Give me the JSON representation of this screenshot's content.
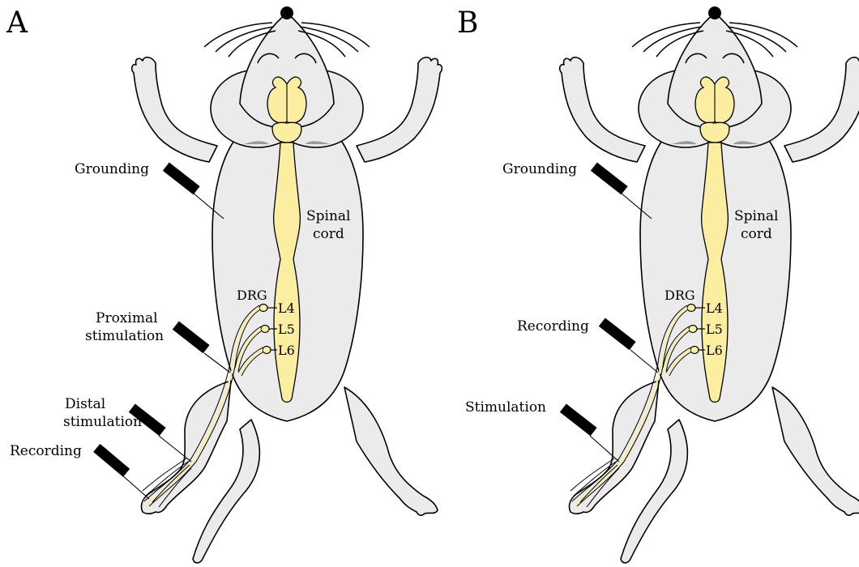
{
  "colors": {
    "body": "#ebebeb",
    "spinal_cord": "#fbeea0",
    "outline": "#000000",
    "electrode": "#000000"
  },
  "panels": [
    {
      "letter": "A",
      "spinal_cord_label_line1": "Spinal",
      "spinal_cord_label_line2": "cord",
      "drg_label": "DRG",
      "levels": [
        "L4",
        "L5",
        "L6"
      ],
      "electrodes": {
        "grounding": "Grounding",
        "proximal_line1": "Proximal",
        "proximal_line2": "stimulation",
        "distal_line1": "Distal",
        "distal_line2": "stimulation",
        "recording": "Recording"
      }
    },
    {
      "letter": "B",
      "spinal_cord_label_line1": "Spinal",
      "spinal_cord_label_line2": "cord",
      "drg_label": "DRG",
      "levels": [
        "L4",
        "L5",
        "L6"
      ],
      "electrodes": {
        "grounding": "Grounding",
        "recording": "Recording",
        "stimulation": "Stimulation"
      }
    }
  ]
}
